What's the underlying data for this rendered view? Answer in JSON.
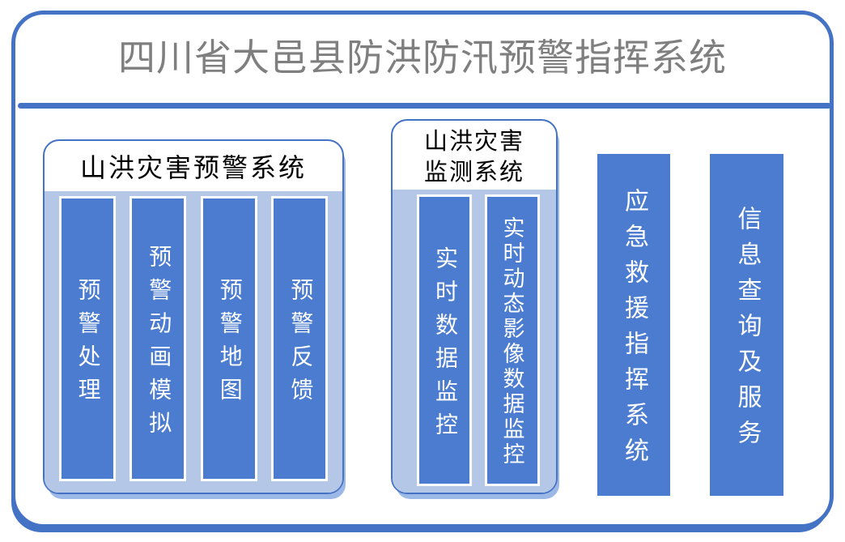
{
  "title": "四川省大邑县防洪防汛预警指挥系统",
  "colors": {
    "accent": "#4472C4",
    "bar_fill": "#4B7CD0",
    "panel_fill": "#B4C7E7",
    "panel_shadow": "#9CB8E6",
    "title_color": "#7F7F7F"
  },
  "left_panel": {
    "title": "山洪灾害预警系统",
    "bars": [
      "预警处理",
      "预警动画模拟",
      "预警地图",
      "预警反馈"
    ]
  },
  "middle_panel": {
    "title": "山洪灾害监测系统",
    "title_lines": [
      "山洪灾害",
      "监测系统"
    ],
    "bars": [
      "实时数据监控",
      "实时动态影像数据监控"
    ]
  },
  "standalone_bars": [
    "应急救援指挥系统",
    "信息查询及服务"
  ]
}
